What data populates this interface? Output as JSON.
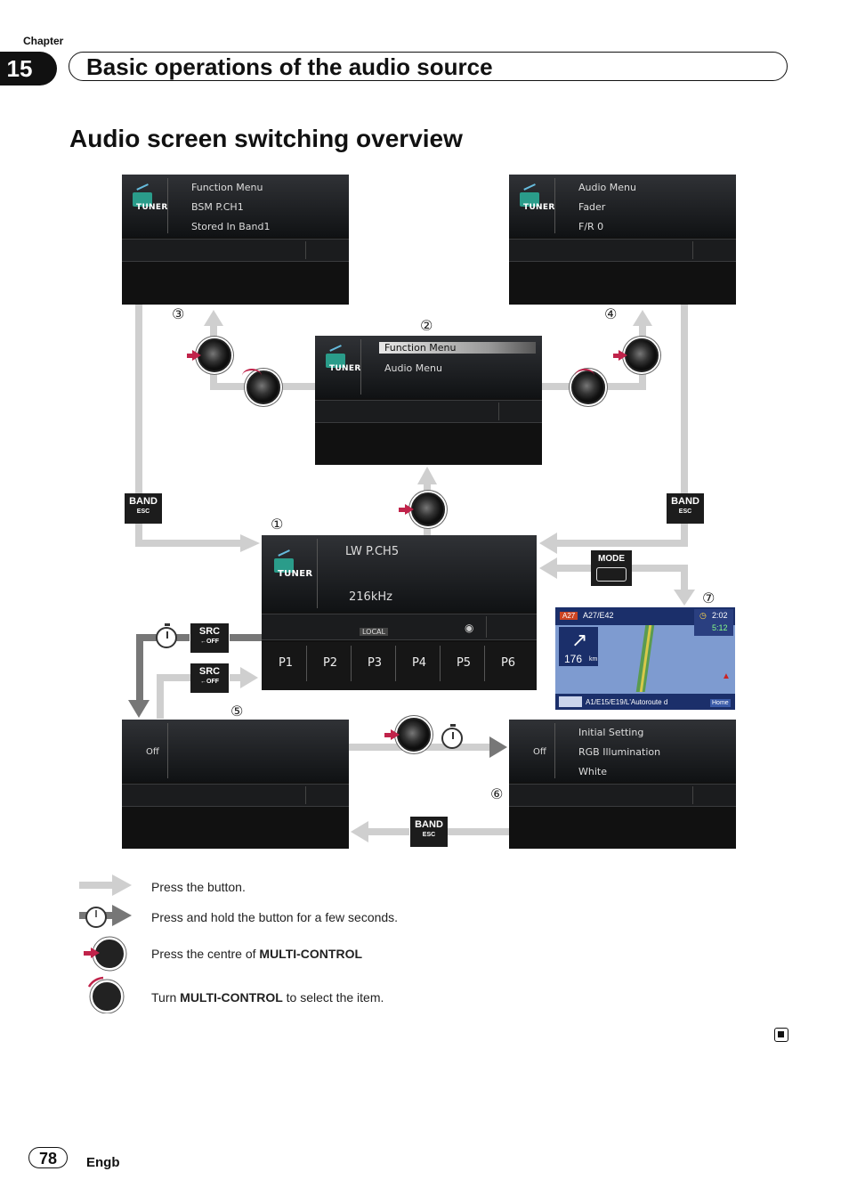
{
  "header": {
    "chapter_label": "Chapter",
    "chapter_number": "15",
    "chapter_title": "Basic operations of the audio source"
  },
  "section_title": "Audio screen switching overview",
  "screens": {
    "function_menu_bsm": {
      "source_label": "TUNER",
      "lines": [
        "Function Menu",
        "BSM P.CH1",
        "Stored In Band1"
      ]
    },
    "audio_menu_fader": {
      "source_label": "TUNER",
      "lines": [
        "Audio Menu",
        "Fader",
        "F/R 0"
      ]
    },
    "menu_select": {
      "source_label": "TUNER",
      "lines": [
        "Function Menu",
        "Audio Menu"
      ]
    },
    "tuner_main": {
      "source_label": "TUNER",
      "station": "LW P.CH5",
      "frequency": "216kHz",
      "local_label": "LOCAL",
      "presets": [
        "P1",
        "P2",
        "P3",
        "P4",
        "P5",
        "P6"
      ]
    },
    "off_screen": {
      "label": "Off"
    },
    "initial_setting": {
      "off_label": "Off",
      "lines": [
        "Initial Setting",
        "RGB Illumination",
        "White"
      ]
    },
    "navigation": {
      "road": "A27/E42",
      "road_badge": "A27",
      "time": "2:02",
      "time2": "5:12",
      "distance": "176",
      "distance_unit": "km",
      "street": "A1/E15/E19/L'Autoroute d",
      "home_label": "Home"
    }
  },
  "markers": [
    "①",
    "②",
    "③",
    "④",
    "⑤",
    "⑥",
    "⑦"
  ],
  "buttons": {
    "band": "BAND",
    "esc": "ESC",
    "src": "SRC",
    "off": "←OFF",
    "mode": "MODE"
  },
  "legend": [
    {
      "text": "Press the button."
    },
    {
      "text": "Press and hold the button for a few seconds."
    },
    {
      "text_before": "Press the centre of ",
      "bold": "MULTI-CONTROL",
      "text_after": ""
    },
    {
      "text_before": "Turn ",
      "bold": "MULTI-CONTROL",
      "text_after": " to select the item."
    }
  ],
  "footer": {
    "page_number": "78",
    "language": "Engb"
  }
}
